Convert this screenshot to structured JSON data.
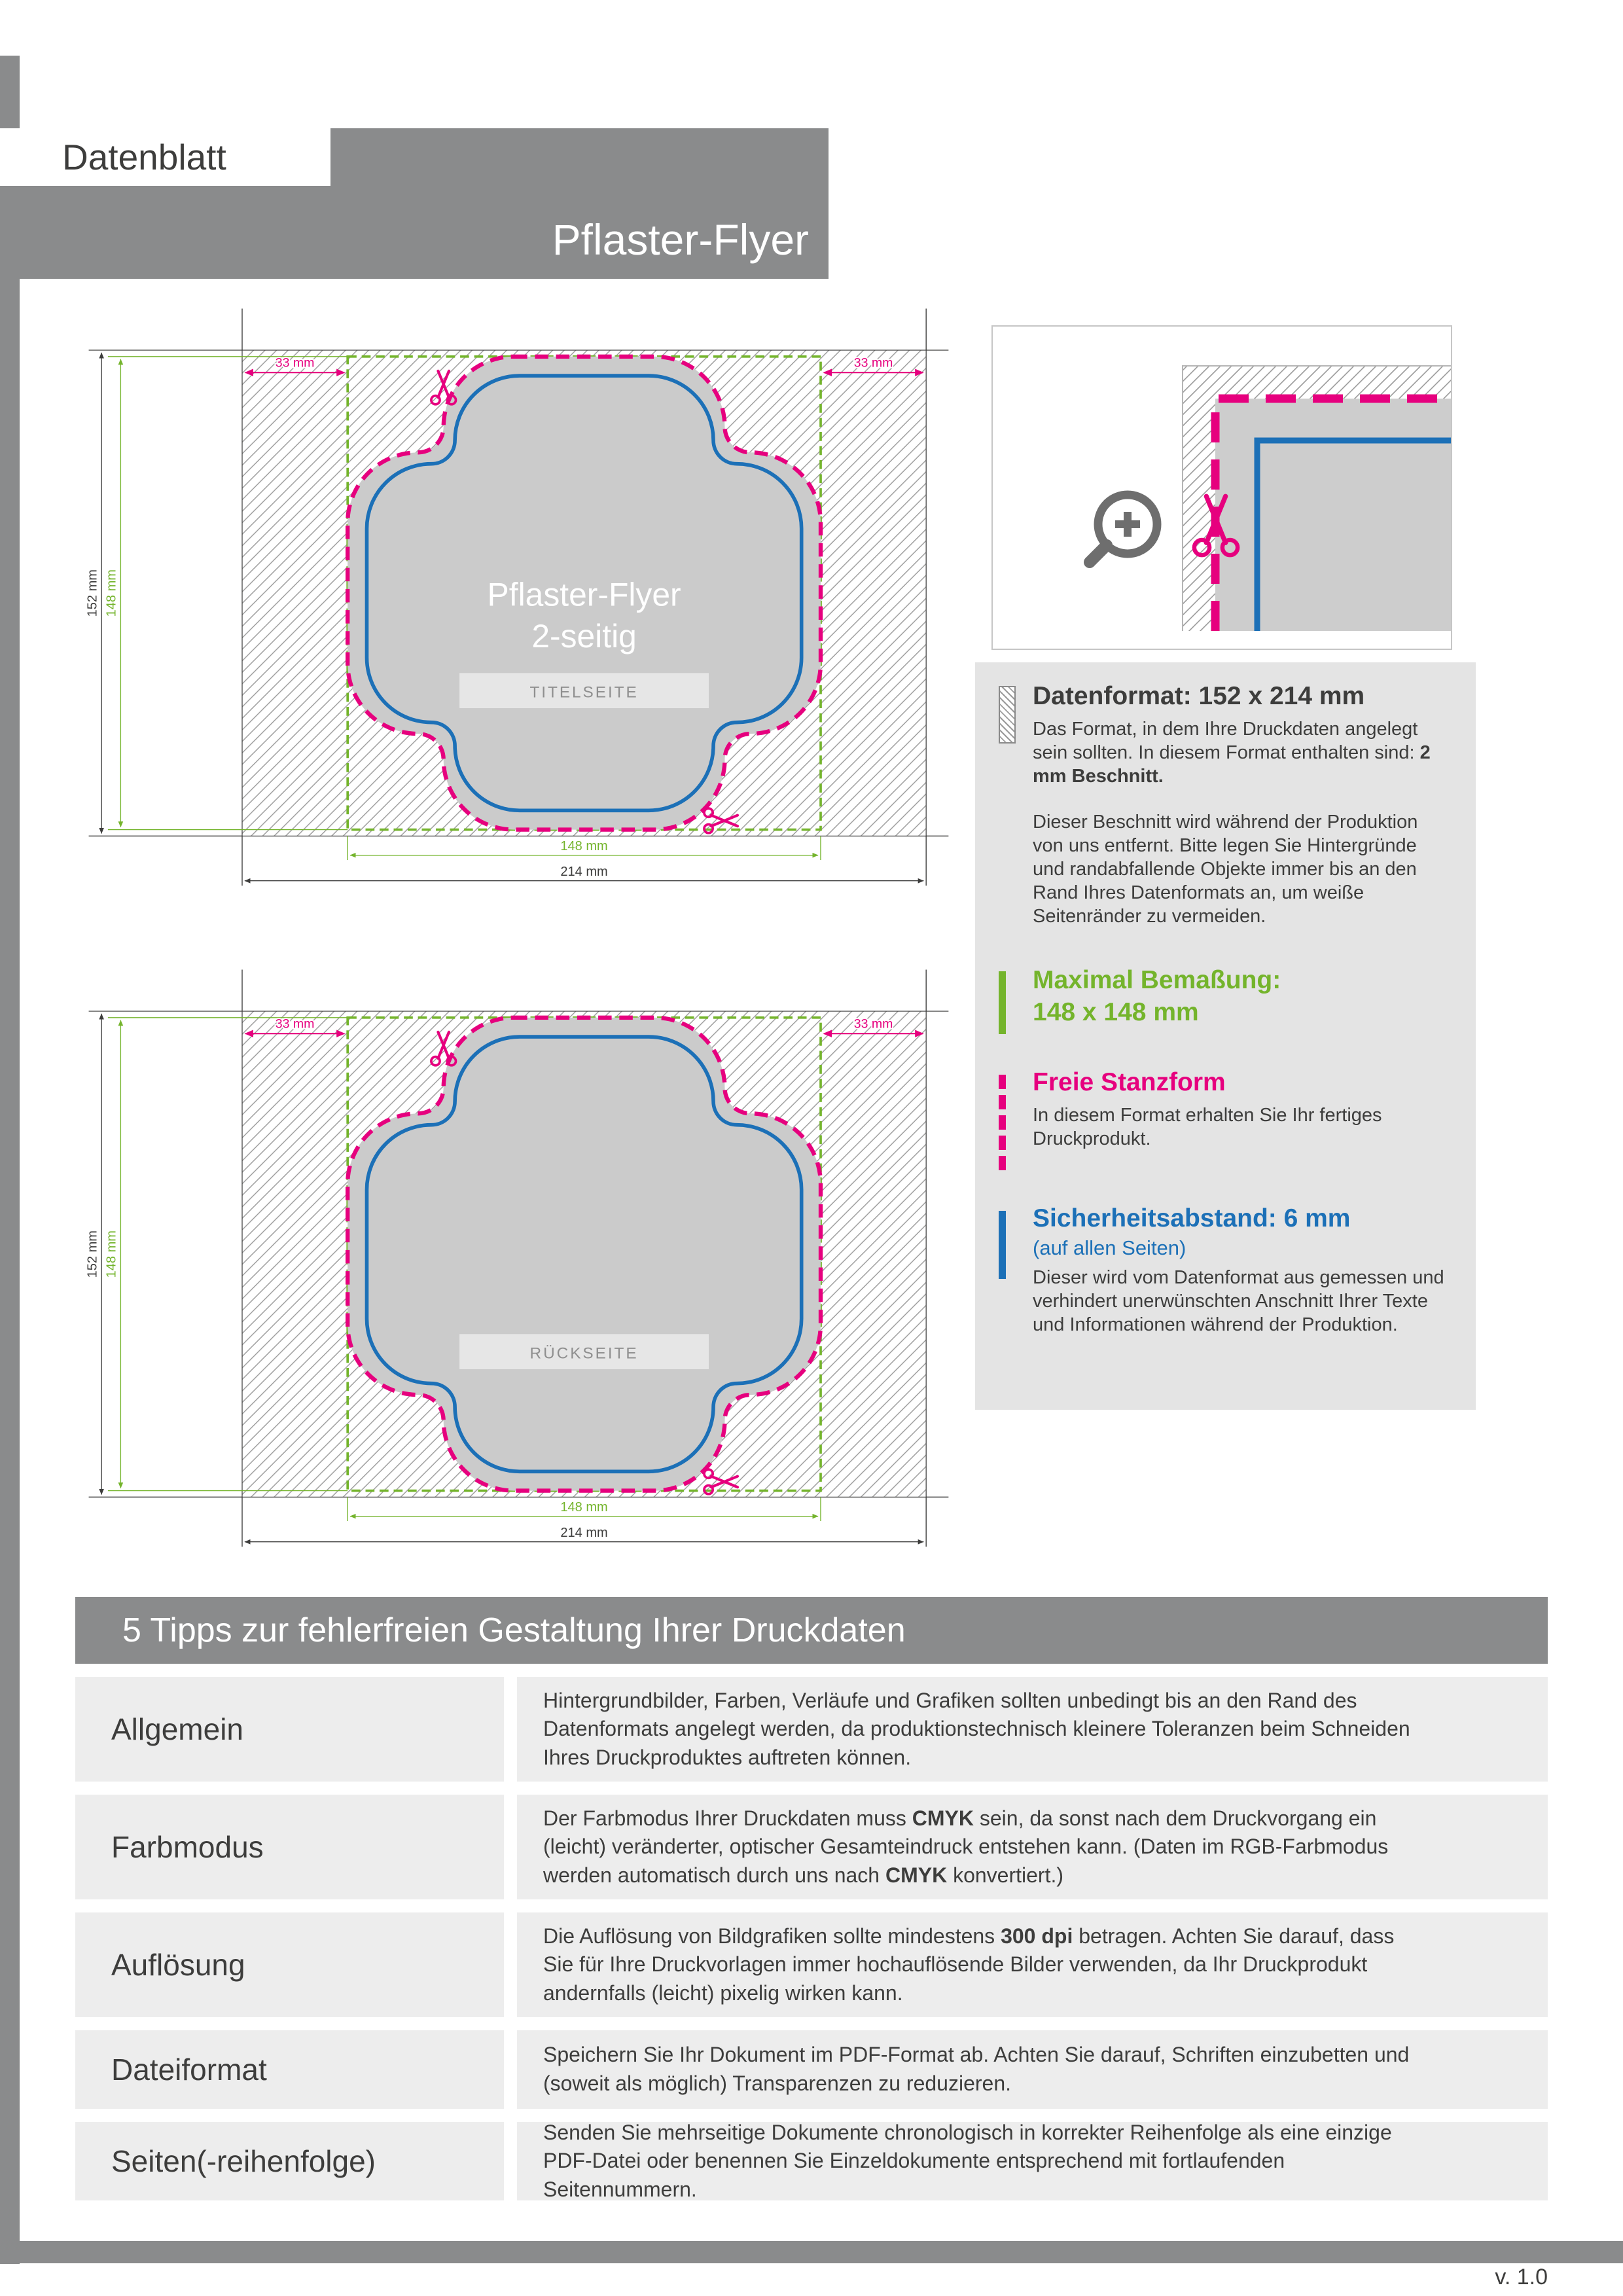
{
  "header": {
    "doc_label": "Datenblatt",
    "product_title": "Pflaster-Flyer"
  },
  "diagram_dims": {
    "bleed_left": "33 mm",
    "bleed_right": "33 mm",
    "height_total": "152 mm",
    "height_max": "148 mm",
    "width_max": "148 mm",
    "width_total": "214 mm"
  },
  "diagrams": {
    "front": {
      "title_line1": "Pflaster-Flyer",
      "title_line2": "2-seitig",
      "page_label": "TITELSEITE"
    },
    "back": {
      "page_label": "RÜCKSEITE"
    }
  },
  "info_panel": {
    "dataformat": {
      "heading": "Datenformat: 152 x 214 mm",
      "p1_normal": "Das Format, in dem Ihre Druckdaten angelegt sein sollten. In diesem Format enthalten sind: ",
      "p1_bold": "2 mm Beschnitt.",
      "p2": "Dieser Beschnitt wird während der Produktion von uns entfernt. Bitte legen Sie Hintergründe und randabfallende Objekte immer bis an den Rand Ihres Datenformats an, um weiße Seitenränder zu vermeiden."
    },
    "max_size": {
      "heading_line1": "Maximal Bemaßung:",
      "heading_line2": "148 x 148 mm"
    },
    "die_cut": {
      "heading": "Freie Stanzform",
      "text": "In diesem Format erhalten Sie Ihr fertiges Druckprodukt."
    },
    "safety": {
      "heading": "Sicherheitsabstand: 6 mm",
      "subheading": "(auf allen Seiten)",
      "text": "Dieser wird vom Datenformat aus gemessen und verhindert unerwünschten Anschnitt Ihrer Texte und Informationen während der Produktion."
    }
  },
  "tips": {
    "banner": "5 Tipps zur fehlerfreien Gestaltung Ihrer Druckdaten",
    "rows": [
      {
        "label": "Allgemein",
        "p0": "Hintergrundbilder, Farben, Verläufe und Grafiken sollten unbedingt bis an den Rand des Datenformats angelegt werden, da produktionstechnisch kleinere Toleranzen beim Schneiden Ihres Druckproduktes auftreten können."
      },
      {
        "label": "Farbmodus",
        "p0": "Der Farbmodus Ihrer Druckdaten muss ",
        "b1": "CMYK",
        "p2": " sein, da sonst nach dem Druckvorgang ein (leicht) veränderter, optischer Gesamteindruck entstehen kann. (Daten im RGB-Farbmodus werden automatisch durch uns nach ",
        "b3": "CMYK",
        "p4": " konvertiert.)"
      },
      {
        "label": "Auflösung",
        "p0": "Die Auflösung von Bildgrafiken sollte mindestens ",
        "b1": "300 dpi",
        "p2": " betragen. Achten Sie darauf, dass Sie für Ihre Druckvorlagen immer hochauflösende Bilder verwenden, da Ihr Druckprodukt andernfalls (leicht) pixelig wirken kann."
      },
      {
        "label": "Dateiformat",
        "p0": "Speichern Sie Ihr Dokument im PDF-Format ab. Achten Sie darauf, Schriften einzubetten und (soweit als möglich) Transparenzen zu reduzieren."
      },
      {
        "label": "Seiten(-reihenfolge)",
        "p0": "Senden Sie mehrseitige Dokumente chronologisch in korrekter Reihenfolge als eine einzige PDF-Datei oder benennen Sie Einzeldokumente entsprechend mit fortlaufenden Seitennummern."
      }
    ]
  },
  "footer": {
    "version": "v. 1.0"
  },
  "colors": {
    "magenta_die_cut": "#e6007e",
    "green_max_size": "#74b42c",
    "blue_safety": "#1c70b7",
    "banner_gray": "#8a8b8c"
  },
  "icons": {
    "scissors": "scissors-icon",
    "magnifier": "zoom-in-icon"
  }
}
